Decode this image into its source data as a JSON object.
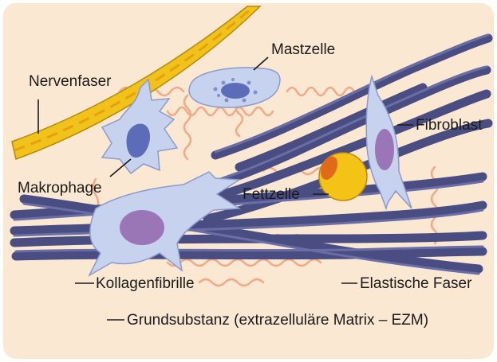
{
  "figure": {
    "labels": {
      "nerve_fiber": "Nervenfaser",
      "mast_cell": "Mastzelle",
      "fibroblast": "Fibroblast",
      "macrophage": "Makrophage",
      "fat_cell": "Fettzelle",
      "collagen_fibril": "Kollagenfibrille",
      "elastic_fiber": "Elastische Faser",
      "ground_substance": "Grundsubstanz (extrazelluläre Matrix – EZM)"
    },
    "colors": {
      "background": "#fbe8d3",
      "collagen": "#4a4d82",
      "collagen_light": "#6a6ea6",
      "cell_body": "#c7d3ee",
      "cell_outline": "#8a9acb",
      "nucleus": "#9b76b6",
      "nerve": "#f0c21a",
      "nerve_outline": "#b58a0a",
      "fat": "#f3c316",
      "fat_dark": "#e06a1a",
      "elastic": "#f2a985",
      "label_line": "#1a1a1a"
    }
  }
}
